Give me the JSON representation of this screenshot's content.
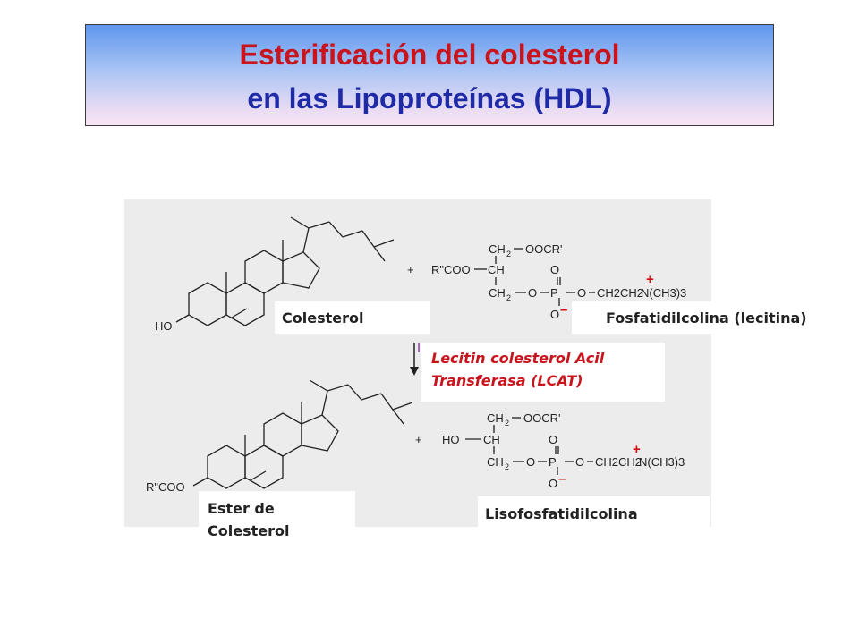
{
  "title": {
    "line1": "Esterificación del colesterol",
    "line2": "en las Lipoproteínas (HDL)"
  },
  "labels": {
    "colesterol": "Colesterol",
    "fosfatidilcolina": "Fosfatidilcolina (lecitina)",
    "lcat_line1": "Lecitin colesterol Acil",
    "lcat_line2": "Transferasa (LCAT)",
    "ester_line1": "Ester de",
    "ester_line2": "Colesterol",
    "lisofosfatidilcolina": "Lisofosfatidilcolina"
  },
  "chem": {
    "ho": "HO",
    "rcoo_ester": "R\"COO",
    "plus": "+",
    "top": {
      "rcoo": "R\"COO",
      "ch2": "CH",
      "oocr": "OOCR'",
      "ch": "CH",
      "o": "O",
      "p": "P",
      "ch2ch2": "CH2CH2",
      "n": "N(CH3)3",
      "o_minus": "O",
      "plus_charge": "+",
      "minus_charge": "–"
    },
    "bottom": {
      "ho": "HO",
      "ch2": "CH",
      "oocr": "OOCR'",
      "ch": "CH",
      "o": "O",
      "p": "P",
      "ch2ch2": "CH2CH2",
      "n": "N(CH3)3",
      "o_minus": "O",
      "plus_charge": "+",
      "minus_charge": "–"
    }
  },
  "colors": {
    "title_red": "#c8141c",
    "title_blue": "#1f2aa6",
    "charge_red": "#d01010",
    "arrow_purple": "#8a3fb0"
  }
}
